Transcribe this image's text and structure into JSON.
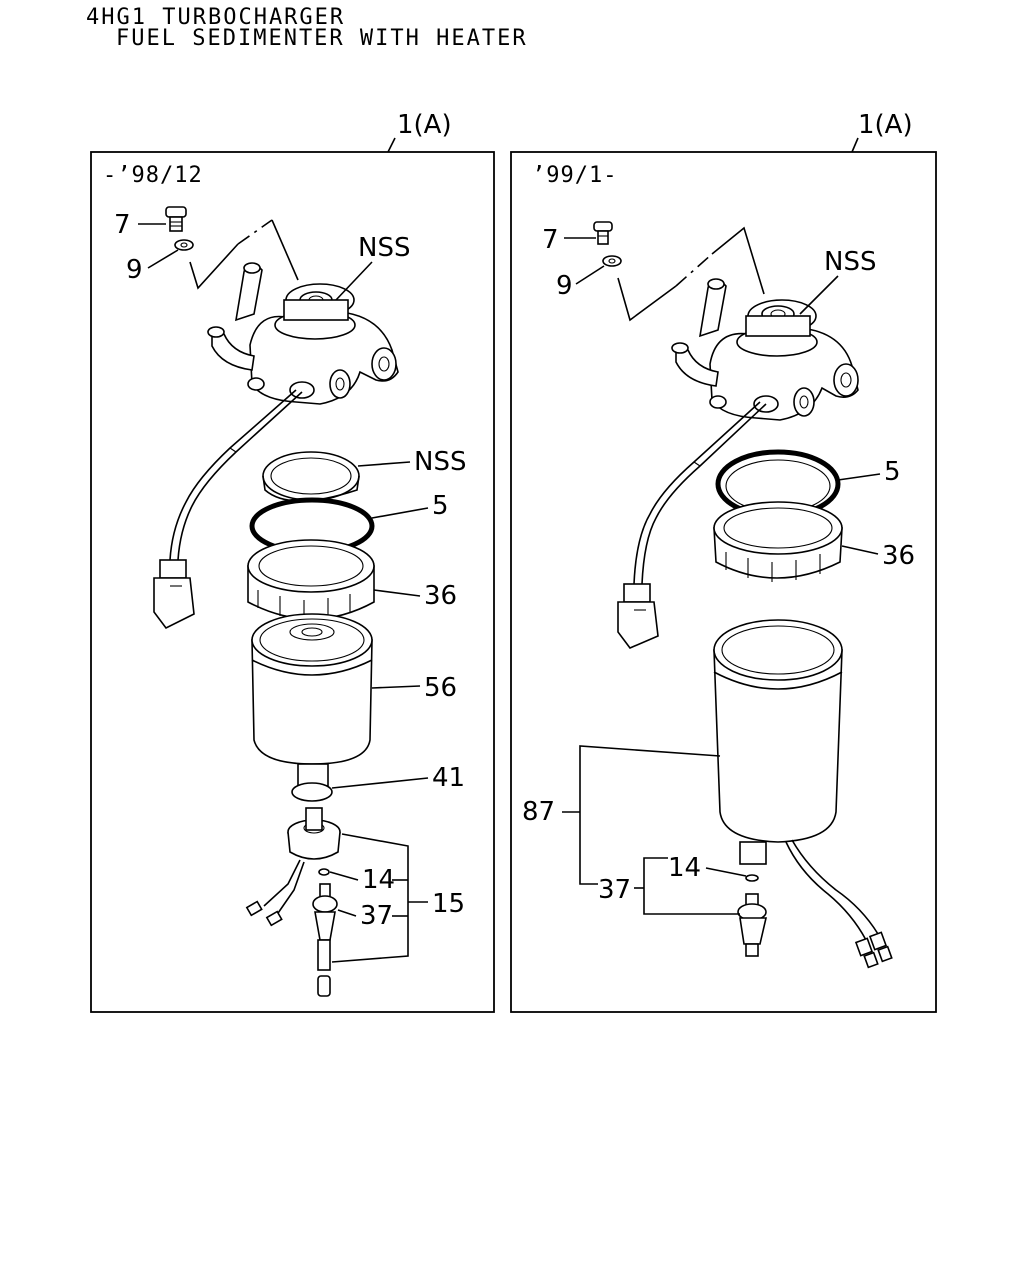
{
  "header": {
    "line1": "4HG1 TURBOCHARGER",
    "line2": "FUEL SEDIMENTER WITH HEATER"
  },
  "left_panel": {
    "assembly_label": "1(A)",
    "date_range": "-’98/12",
    "callouts": {
      "c7": "7",
      "c9": "9",
      "nss_head": "NSS",
      "nss_ring": "NSS",
      "c5": "5",
      "c36": "36",
      "c56": "56",
      "c41": "41",
      "c14": "14",
      "c37": "37",
      "c15": "15"
    }
  },
  "right_panel": {
    "assembly_label": "1(A)",
    "date_range": "’99/1-",
    "callouts": {
      "c7": "7",
      "c9": "9",
      "nss_head": "NSS",
      "c5": "5",
      "c36": "36",
      "c87": "87",
      "c14": "14",
      "c37": "37"
    }
  }
}
